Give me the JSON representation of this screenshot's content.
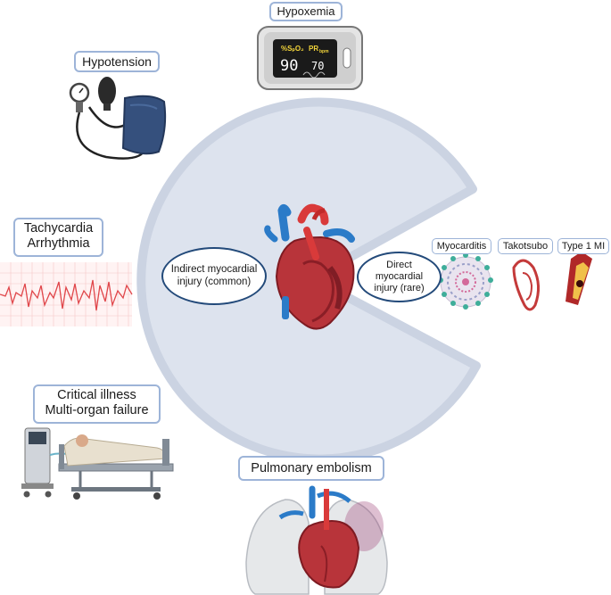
{
  "center": {
    "indirect_label": [
      "Indirect myocardial",
      "injury (common)"
    ],
    "direct_label": [
      "Direct",
      "myocardial",
      "injury (rare)"
    ]
  },
  "causes": {
    "hypoxemia": "Hypoxemia",
    "hypotension": "Hypotension",
    "tachycardia": [
      "Tachycardia",
      "Arrhythmia"
    ],
    "critical_illness": [
      "Critical illness",
      "Multi-organ failure"
    ],
    "pulmonary_embolism": "Pulmonary embolism"
  },
  "direct_causes": {
    "myocarditis": "Myocarditis",
    "takotsubo": "Takotsubo",
    "type1_mi": "Type 1 MI"
  },
  "oximeter": {
    "spo2_label": "%SₚO₂",
    "pr_label": "PR",
    "pr_unit": "bpm",
    "spo2_value": "90",
    "pr_value": "70"
  },
  "colors": {
    "circle_fill": "#dde3ee",
    "circle_ring": "#cbd3e2",
    "box_border": "#9db4d8",
    "ellipse_border": "#234a7a",
    "ecg_line": "#e0464a"
  }
}
